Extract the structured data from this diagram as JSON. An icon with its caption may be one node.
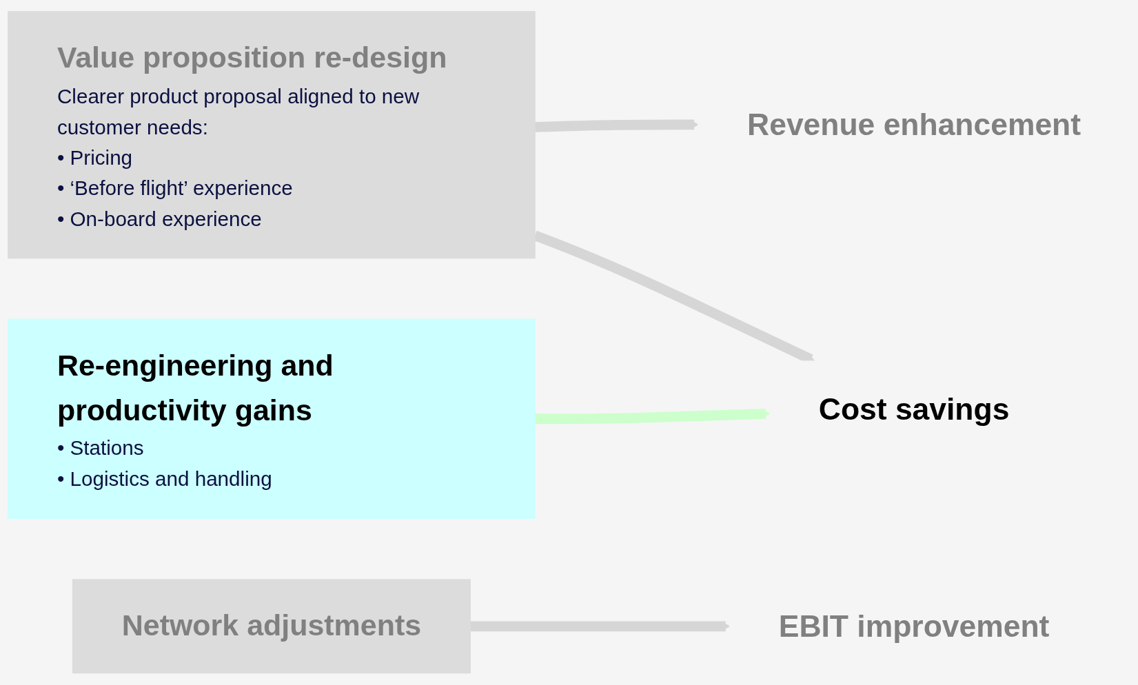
{
  "diagram": {
    "nodes": [
      {
        "text": [
          "Value proposition re-design",
          "Clearer product proposal aligned to new customer needs:",
          "• Pricing",
          "• ‘Before flight’ experience",
          "• On-board experience"
        ]
      },
      {
        "text": [
          "Re-engineering and productivity gains",
          "• Stations",
          "• Logistics and handling"
        ]
      },
      {
        "text": [
          "Network adjustments"
        ]
      },
      {
        "text": [
          "Revenue enhancement"
        ]
      },
      {
        "text": [
          "Cost savings"
        ]
      },
      {
        "text": [
          "EBIT improvement"
        ]
      }
    ],
    "edges": [
      {
        "from": 0,
        "to": 3,
        "arrow": "to"
      },
      {
        "from": 0,
        "to": 4,
        "arrow": "to"
      },
      {
        "from": 1,
        "to": 4,
        "arrow": "to",
        "color": "#ccffcc"
      },
      {
        "from": 2,
        "to": 5,
        "arrow": "to"
      }
    ]
  }
}
